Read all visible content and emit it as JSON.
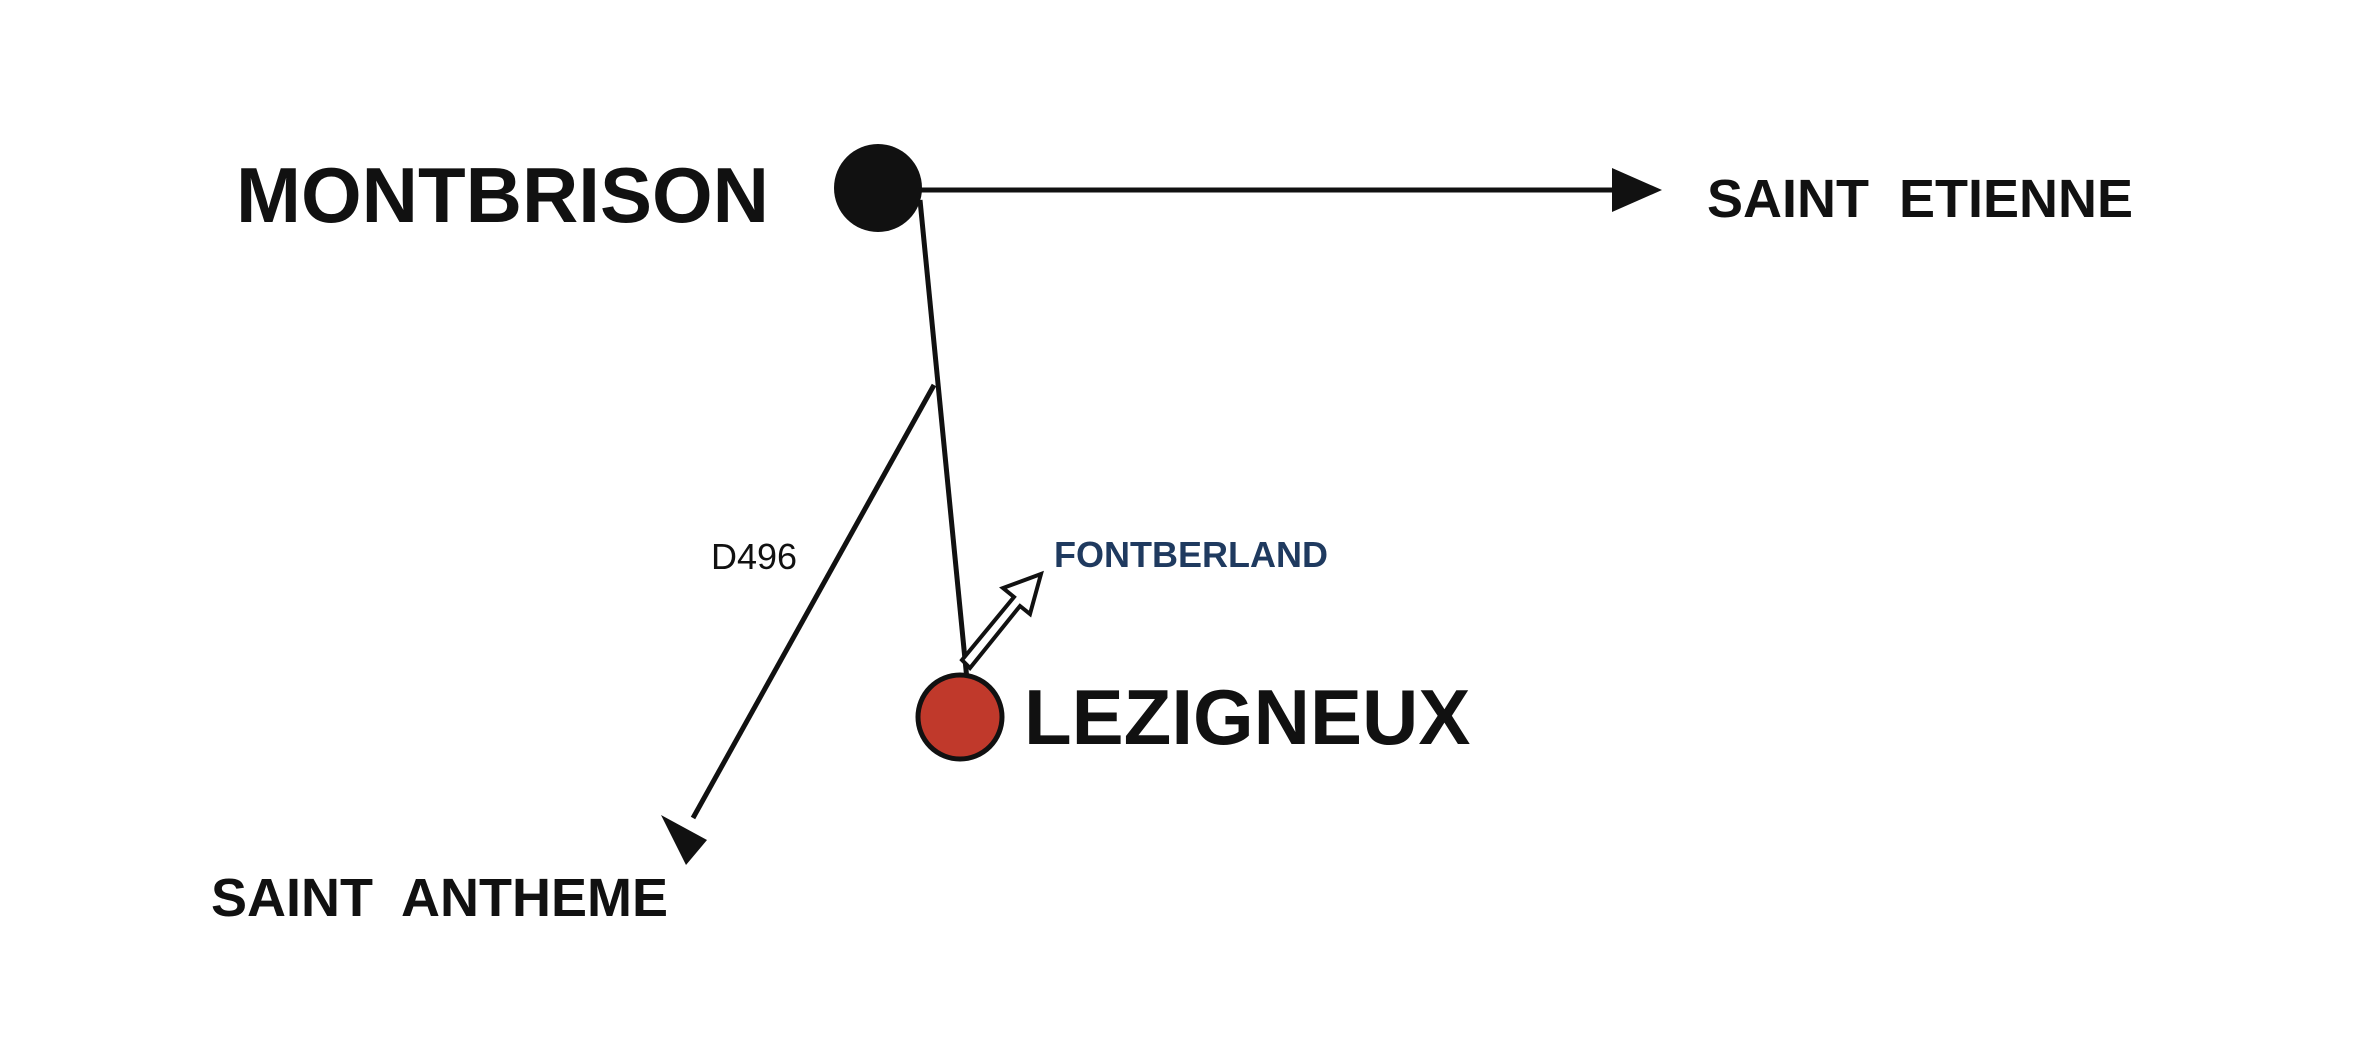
{
  "map": {
    "places": {
      "montbrison": {
        "label": "MONTBRISON",
        "marker_color": "#111111"
      },
      "lezigneux": {
        "label": "LEZIGNEUX",
        "marker_color": "#c0392b"
      },
      "saint_etienne": {
        "label": "SAINT  ETIENNE"
      },
      "saint_antheme": {
        "label": "SAINT  ANTHEME"
      },
      "fontberland": {
        "label": "FONTBERLAND",
        "color": "#1f3a5f"
      }
    },
    "roads": {
      "d496": {
        "label": "D496"
      }
    },
    "colors": {
      "ink": "#111111",
      "lezigneux_marker": "#c0392b",
      "fontberland_text": "#1f3a5f",
      "background": "#ffffff"
    }
  }
}
